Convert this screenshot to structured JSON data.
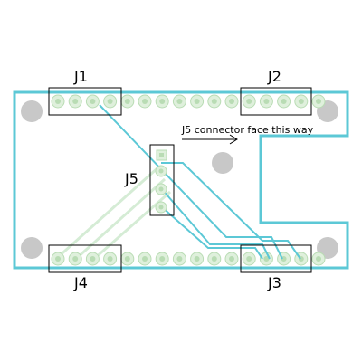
{
  "labels": {
    "j1": "J1",
    "j2": "J2",
    "j3": "J3",
    "j4": "J4",
    "j5": "J5",
    "note": "J5 connector face this way"
  },
  "colors": {
    "board_outline": "#5cc8d6",
    "trace": "#5cc8d6",
    "ghost_trace": "#d5ecd5",
    "pad_fill": "#dff0dc",
    "pad_ring": "#b9dcb4",
    "mount_hole": "#c8c8c8",
    "connector_outline": "#000000",
    "arrow": "#000000"
  }
}
